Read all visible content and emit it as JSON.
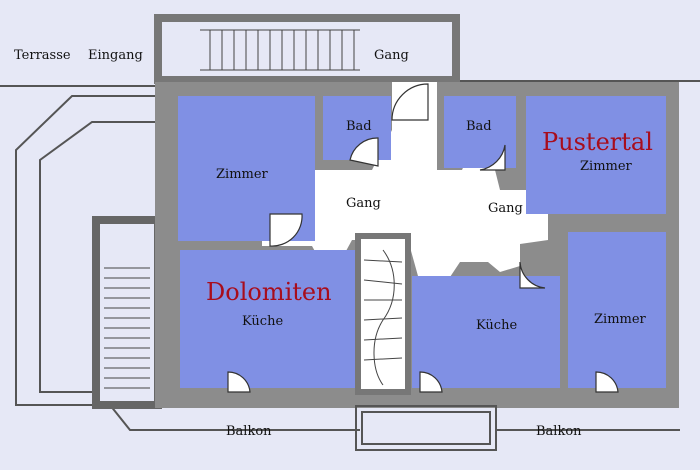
{
  "labels": {
    "terrasse": "Terrasse",
    "eingang": "Eingang",
    "gang_top": "Gang",
    "bad_left": "Bad",
    "bad_right": "Bad",
    "zimmer_left": "Zimmer",
    "zimmer_right_top": "Zimmer",
    "zimmer_right_bottom": "Zimmer",
    "gang_left": "Gang",
    "gang_right": "Gang",
    "kueche_left": "Küche",
    "kueche_right": "Küche",
    "balkon_left": "Balkon",
    "balkon_right": "Balkon"
  },
  "apartments": {
    "left": "Dolomiten",
    "right": "Pustertal"
  },
  "colors": {
    "background": "#e6e8f6",
    "wall": "#8c8c8c",
    "room": "#8090e4",
    "corridor": "#ffffff",
    "apartment_name": "#a80d1c"
  }
}
